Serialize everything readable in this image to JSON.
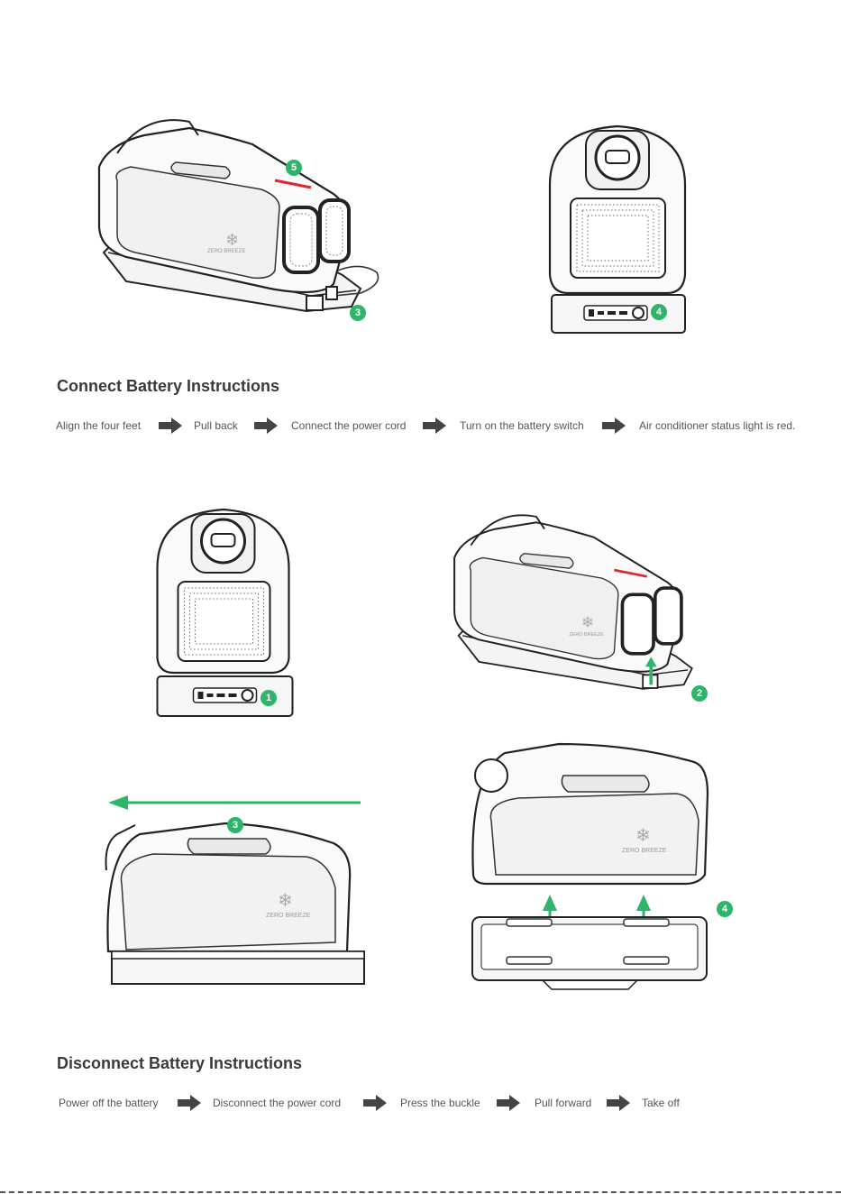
{
  "connect": {
    "heading": "Connect Battery Instructions",
    "steps": [
      "Align the four feet",
      "Pull back",
      "Connect the power cord",
      "Turn on the battery switch",
      "Air conditioner status light is red."
    ]
  },
  "disconnect": {
    "heading": "Disconnect Battery Instructions",
    "steps": [
      "Power off the battery",
      "Disconnect the power cord",
      "Press the buckle",
      "Pull forward",
      "Take off"
    ]
  },
  "badges": {
    "top_left_status": "5",
    "top_left_cord": "3",
    "top_right_switch": "4",
    "mid_left_switch": "1",
    "mid_right_buckle": "2",
    "bottom_left_pull": "3",
    "bottom_right_lift": "4"
  },
  "brand": "ZERO BREEZE",
  "colors": {
    "accent": "#2db56a",
    "status_light": "#d9282f",
    "arrow": "#444444"
  }
}
